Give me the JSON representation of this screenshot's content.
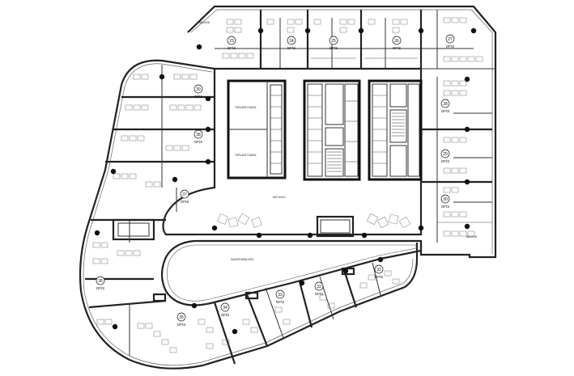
{
  "plan": {
    "offices": [
      {
        "number": "23",
        "label": "OFİS"
      },
      {
        "number": "24",
        "label": "OFİS"
      },
      {
        "number": "25",
        "label": "OFİS"
      },
      {
        "number": "26",
        "label": "OFİS"
      },
      {
        "number": "27",
        "label": "OFİS"
      },
      {
        "number": "28",
        "label": "OFİS"
      },
      {
        "number": "29",
        "label": "OFİS"
      },
      {
        "number": "30",
        "label": "OFİS"
      },
      {
        "number": "31",
        "label": "OFİS"
      },
      {
        "number": "32",
        "label": "OFİS"
      },
      {
        "number": "33",
        "label": "OFİS"
      },
      {
        "number": "34",
        "label": "OFİS"
      },
      {
        "number": "35",
        "label": "OFİS"
      },
      {
        "number": "36",
        "label": "OFİS"
      },
      {
        "number": "37",
        "label": "OFİS"
      },
      {
        "number": "38",
        "label": "OFİS"
      },
      {
        "number": "39",
        "label": "OFİS"
      }
    ],
    "room_labels": {
      "meeting_1": "TOPLANTI ODASI",
      "meeting_2": "TOPLANTI ODASI",
      "floor_hall": "KAT HOLÜ",
      "gallery": "GALERİ BOŞLUĞU",
      "balcony_1": "BALKON",
      "balcony_2": "BALKON"
    }
  }
}
